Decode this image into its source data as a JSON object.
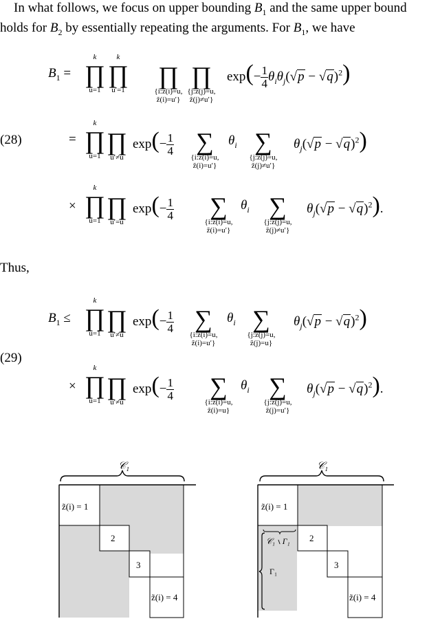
{
  "intro": {
    "line1_a": "In what follows, we focus on upper bounding ",
    "line1_b": " and the same upper bound",
    "line2_a": "holds for ",
    "line2_b": " by essentially repeating the arguments. For ",
    "line2_c": ", we have"
  },
  "symbols": {
    "B": "B",
    "one": "1",
    "two": "2",
    "prod": "∏",
    "sum": "∑",
    "k": "k",
    "exp": "exp",
    "quarter_num": "1",
    "quarter_den": "4",
    "theta": "θ",
    "i": "i",
    "j": "j",
    "p": "p",
    "q": "q",
    "eq": "=",
    "leq": "≤",
    "times": "×",
    "minus": "−"
  },
  "eq28": {
    "number": "(28)",
    "limits": {
      "u1": "u=1",
      "up1": "u′=1",
      "up_ne": "u′≠u",
      "up_eq": "u′=u",
      "set_i_a": "{i:z(i)=u,",
      "set_i_b": "z̃(i)=u′}",
      "set_j_a": "{j:z(j)=u,",
      "set_j_b": "z̃(j)≠u′}"
    }
  },
  "thus": "Thus,",
  "eq29": {
    "number": "(29)",
    "limits": {
      "line1_i_b": "z̃(i)=u′}",
      "line1_j_b": "z̃(j)=u}",
      "line2_i_b": "z̃(i)=u}",
      "line2_j_b": "z̃(j)=u′}"
    }
  },
  "figure": {
    "left": {
      "brace_label": "𝒞₁",
      "blocks": [
        "z̃(i) = 1",
        "2",
        "3",
        "z̃(i) = 4"
      ]
    },
    "right": {
      "brace_label": "𝒞₁",
      "blocks": [
        "z̃(i) = 1",
        "2",
        "3",
        "z̃(i) = 4"
      ],
      "c_minus_gamma": "𝒞₁ ∖ Γ₁",
      "gamma": "Γ₁"
    },
    "shade_color": "#d9d9d9"
  }
}
